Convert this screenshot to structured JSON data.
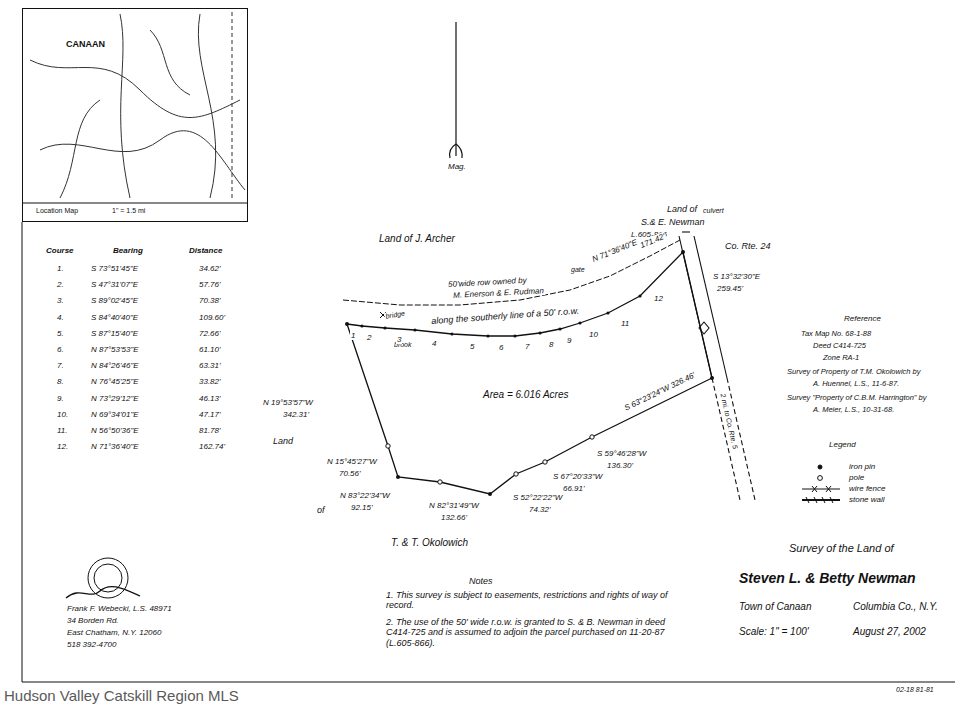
{
  "diagram": {
    "nodes": [
      {
        "text": [
          "CANAAN",
          "Location Map",
          "1\" = 1.5 mi"
        ]
      }
    ],
    "labels": [
      "Course",
      "Bearing",
      "Distance",
      "1.",
      "S 73°51'45\"E",
      "34.62'",
      "2.",
      "S 47°31'07\"E",
      "57.76'",
      "3.",
      "S 89°02'45\"E",
      "70.38'",
      "4.",
      "S 84°40'40\"E",
      "109.60'",
      "5.",
      "S 87°15'40\"E",
      "72.66'",
      "6.",
      "N 87°53'53\"E",
      "61.10'",
      "7.",
      "N 84°26'46\"E",
      "63.31'",
      "8.",
      "N 76°45'25\"E",
      "33.82'",
      "9.",
      "N 73°29'12\"E",
      "46.13'",
      "10.",
      "N 69°34'01\"E",
      "47.17'",
      "11.",
      "N 56°50'36\"E",
      "81.78'",
      "12.",
      "N 71°36'40\"E",
      "162.74'",
      "Mag.",
      "Land of J. Archer",
      "Land of",
      "S.& E. Newman",
      "L.605-866",
      "N 71°36'40\"E",
      "171.42'",
      "gate",
      "culvert",
      "50'wide row owned by",
      "M. Enerson & E. Rudman",
      "bridge",
      "along the southerly line of a 50' r.o.w.",
      "brook",
      "1",
      "2",
      "3",
      "4",
      "5",
      "6",
      "7",
      "8",
      "9",
      "10",
      "11",
      "12",
      "Co. Rte. 24",
      "S 13°32'30\"E",
      "259.45'",
      "Reference",
      "Tax Map No. 68-1-88",
      "Deed C414-725",
      "Zone RA-1",
      "Survey of Property of T.M. Okolowich by",
      "A. Huennel, L.S., 11-6-87.",
      "Survey \"Property of C.B.M. Harrington\" by",
      "A. Meier, L.S., 10-31-68.",
      "Area = 6.016 Acres",
      "S 63°23'24\"W 326.46'",
      "2 mi. to Co. Rte. 5",
      "N 19°53'57\"W",
      "342.31'",
      "Land",
      "N 15°45'27\"W",
      "70.56'",
      "of",
      "N 83°22'34\"W",
      "92.15'",
      "N 82°31'49\"W",
      "132.66'",
      "S 52°22'22\"W",
      "74.32'",
      "S 67°20'33\"W",
      "66.91'",
      "S 59°46'28\"W",
      "136.30'",
      "T. & T. Okolowich",
      "Legend",
      "Survey of the Land of",
      "Steven L. & Betty Newman",
      "Town of Canaan",
      "Columbia Co., N.Y.",
      "Scale: 1\" = 100'",
      "August 27, 2002",
      "Notes",
      "1. This survey is subject to easements, restrictions and rights of way of record.",
      "2. The use of the 50' wide r.o.w. is granted to S. & B. Newman in deed C414-725 and is assumed to adjoin the parcel purchased on 11-20-87 (L.605-866).",
      "Frank F. Webecki, L.S. 48971",
      "34 Borden Rd.",
      "East Chatham, N.Y. 12060",
      "518 392-4700",
      "02-18 81-81",
      "Hudson Valley Catskill Region MLS"
    ],
    "legend": [
      {
        "text": "iron pin"
      },
      {
        "text": "pole"
      },
      {
        "text": "wire fence"
      },
      {
        "text": "stone wall"
      }
    ]
  }
}
